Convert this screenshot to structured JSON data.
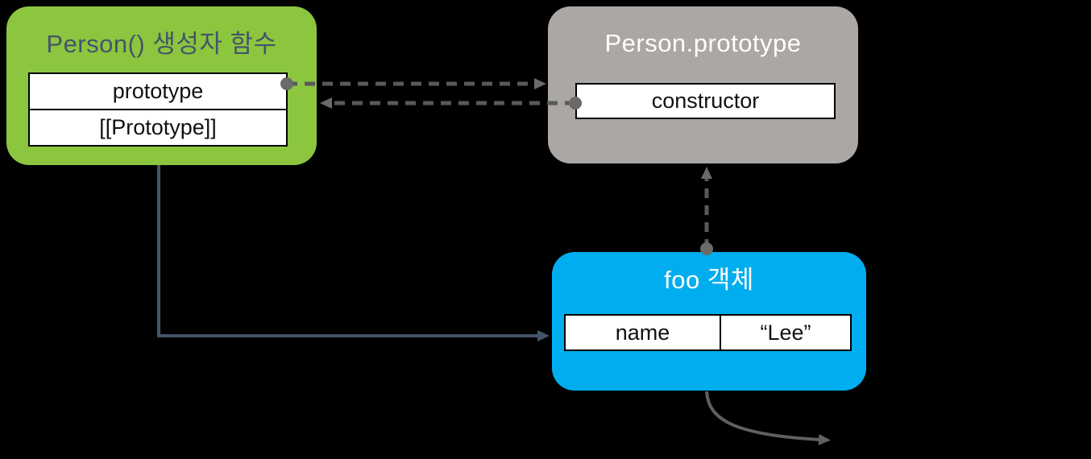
{
  "canvas": {
    "background": "#000000"
  },
  "nodes": {
    "person_constructor": {
      "title": "Person() 생성자 함수",
      "fill": "#8CC63F",
      "title_color": "#44546A",
      "rows": [
        "prototype",
        "[[Prototype]]"
      ]
    },
    "person_prototype": {
      "title": "Person.prototype",
      "fill": "#ABA7A4",
      "title_color": "#FFFFFF",
      "rows": [
        "constructor"
      ]
    },
    "foo_object": {
      "title": "foo 객체",
      "fill": "#00AEEF",
      "title_color": "#FFFFFF",
      "cells": [
        "name",
        "“Lee”"
      ]
    }
  },
  "arrows": {
    "dashed_color": "#595959",
    "dashed_head_color": "#6A6A6A",
    "dot_color": "#6A6A6A",
    "solid_color": "#44546A",
    "curve_color": "#606060"
  }
}
